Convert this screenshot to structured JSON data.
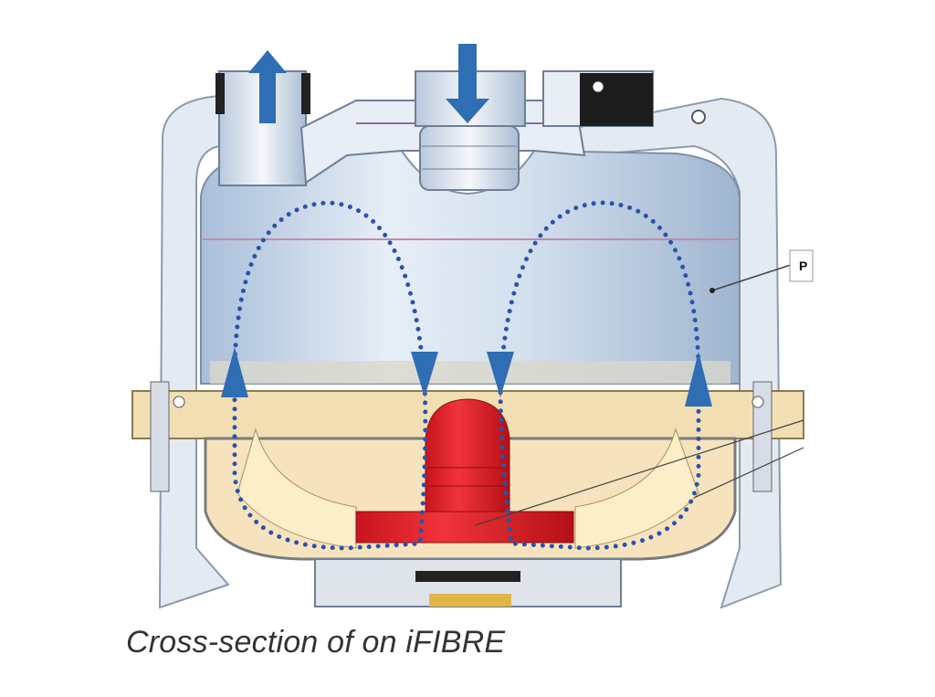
{
  "caption": "Cross-section of on iFIBRE",
  "callout_label": "P",
  "colors": {
    "flow_arrow": "#2f6db5",
    "flow_dots": "#2a52ad",
    "cone": "#e0252b",
    "tank": "#c9d8ea",
    "flange": "#f1deb3",
    "frame": "#e4eaf1"
  },
  "icons": [
    "outlet-arrow-up",
    "inlet-arrow-down",
    "circulation-flow-dots"
  ]
}
